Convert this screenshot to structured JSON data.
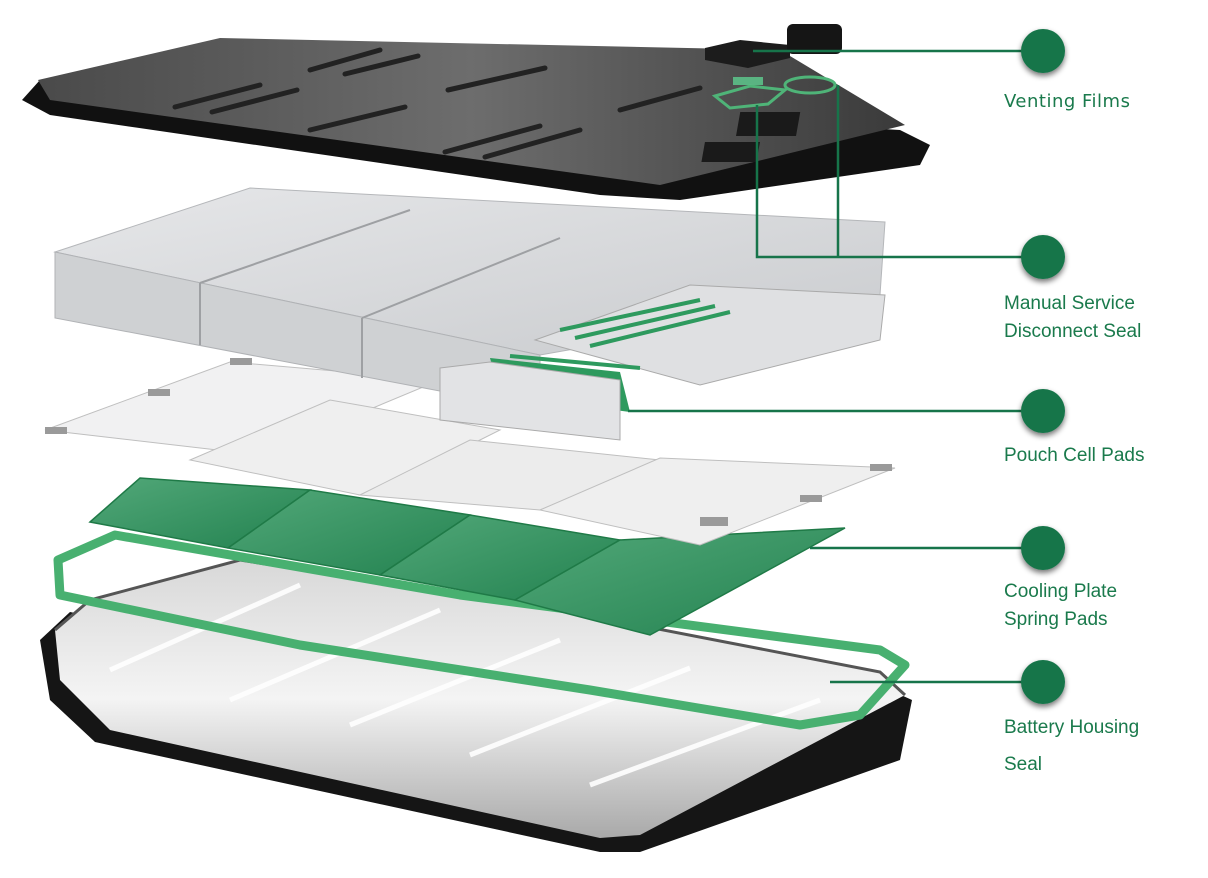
{
  "diagram": {
    "subject": "Exploded view of EV battery pack with sealing and padding components",
    "accent_color": "#17744a",
    "label_color": "#1a7a4c",
    "callouts": [
      {
        "id": "venting-films",
        "lines": [
          "Venting Films"
        ]
      },
      {
        "id": "manual-service-disconnect-seal",
        "lines": [
          "Manual Service",
          "Disconnect Seal"
        ]
      },
      {
        "id": "pouch-cell-pads",
        "lines": [
          "Pouch Cell Pads"
        ]
      },
      {
        "id": "cooling-plate-spring-pads",
        "lines": [
          "Cooling Plate",
          "Spring Pads"
        ]
      },
      {
        "id": "battery-housing-seal",
        "lines": [
          "Battery Housing",
          "Seal"
        ]
      }
    ],
    "layers": [
      {
        "id": "top-cover",
        "name": "Battery pack top cover",
        "color": "#3c3c3c"
      },
      {
        "id": "venting-components",
        "name": "Vent caps and venting film rings",
        "color": "#2a2a2a"
      },
      {
        "id": "module-stack",
        "name": "Battery modules",
        "color": "#d4d6d8"
      },
      {
        "id": "pouch-cells",
        "name": "Pouch cells with green pads",
        "color": "#2e9a5e"
      },
      {
        "id": "cell-sheets",
        "name": "Cell sheet layer with tabs",
        "color": "#eeeeef"
      },
      {
        "id": "cooling-pads",
        "name": "Green cooling plate spring pads",
        "color": "#2f8f5c"
      },
      {
        "id": "housing-gasket",
        "name": "Green housing seal gasket",
        "color": "#4fb478"
      },
      {
        "id": "housing-tray",
        "name": "Battery housing tray",
        "color": "#1d1d1d"
      }
    ]
  }
}
